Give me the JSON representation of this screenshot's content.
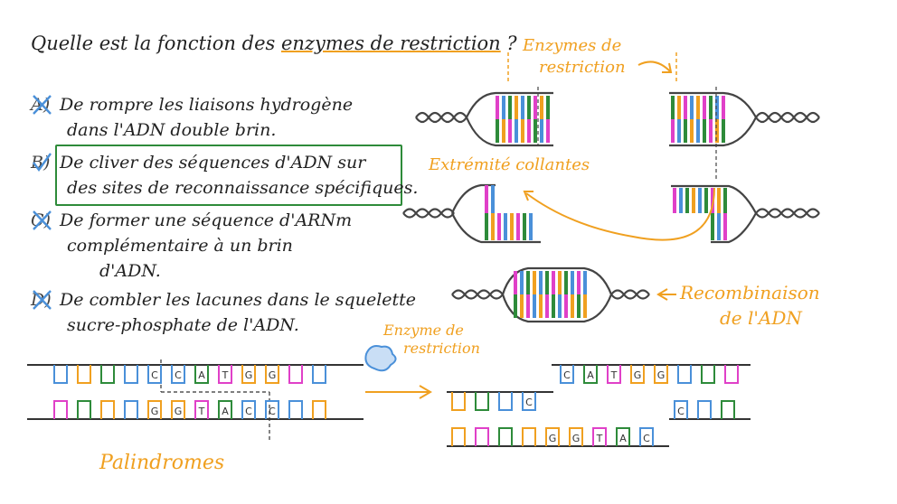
{
  "question": {
    "prefix": "Quelle est la fonction des ",
    "highlight": "enzymes de restriction",
    "suffix": " ?"
  },
  "options": [
    {
      "letter": "A)",
      "line1": "De rompre les liaisons hydrogène",
      "line2": "dans l'ADN double brin.",
      "line3": "",
      "crossed": true
    },
    {
      "letter": "B)",
      "line1": "De cliver des séquences d'ADN sur",
      "line2": "des sites de reconnaissance spécifiques.",
      "line3": "",
      "crossed": false,
      "boxed": true
    },
    {
      "letter": "C)",
      "line1": "De former une séquence d'ARNm",
      "line2": "complémentaire à un brin",
      "line3": "d'ADN.",
      "crossed": true
    },
    {
      "letter": "D)",
      "line1": "De combler les lacunes dans le squelette",
      "line2": "sucre-phosphate de l'ADN.",
      "line3": "",
      "crossed": true
    }
  ],
  "labels": {
    "enzymes_top_1": "Enzymes de",
    "enzymes_top_2": "restriction",
    "sticky_ends": "Extrémité collantes",
    "recombination_1": "Recombinaison",
    "recombination_2": "de l'ADN",
    "enzyme_mid_1": "Enzyme de",
    "enzyme_mid_2": "restriction",
    "palindromes": "Palindromes"
  },
  "sequence": {
    "top_strand": [
      "C",
      "C",
      "A",
      "T",
      "G",
      "G"
    ],
    "bottom_strand": [
      "G",
      "G",
      "T",
      "A",
      "C",
      "C"
    ],
    "cut_top_right": [
      "C",
      "A",
      "T",
      "G",
      "G"
    ],
    "cut_top_right_lower": [
      "C"
    ],
    "cut_left_upper": [
      "C"
    ],
    "cut_left_lower": [
      "G",
      "G",
      "T",
      "A",
      "C"
    ]
  },
  "colors": {
    "blue": "#4a90d9",
    "orange": "#f0a020",
    "green": "#2e8b3a",
    "magenta": "#e040c8",
    "text": "#222222",
    "line": "#444444"
  }
}
